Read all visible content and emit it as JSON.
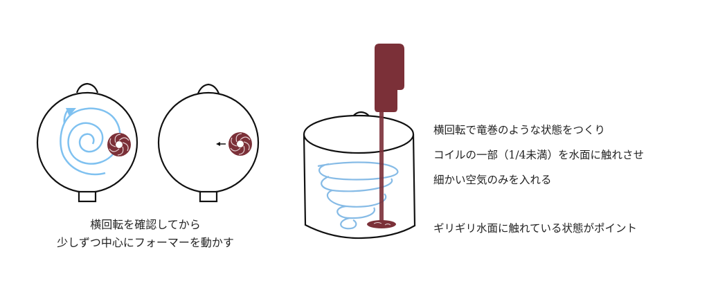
{
  "colors": {
    "outline": "#111111",
    "spiral": "#7fc1f0",
    "impeller": "#7b3038",
    "text": "#222222"
  },
  "panel_left": {
    "caption": {
      "line1": "横回転を確認してから",
      "line2": "少しずつ中心にフォーマーを動かす"
    }
  },
  "panel_right": {
    "notes": [
      "横回転で竜巻のような状態をつくり",
      "コイルの一部（1/4未満）を水面に触れさせ",
      "細かい空気のみを入れる",
      "ギリギリ水面に触れている状態がポイント"
    ]
  },
  "icons": {
    "pitcher_top_1": "pitcher-top-view",
    "pitcher_top_2": "pitcher-top-view",
    "pitcher_side": "pitcher-side-view",
    "frother": "milk-frother",
    "whirlpool": "whirlpool-spiral"
  }
}
